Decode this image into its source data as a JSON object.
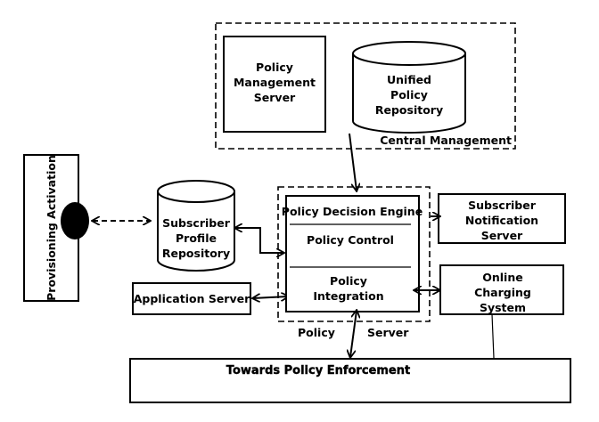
{
  "central_management": {
    "label": "Central Management",
    "policy_management_server": [
      "Policy",
      "Management",
      "Server"
    ],
    "unified_policy_repository": [
      "Unified",
      "Policy",
      "Repository"
    ]
  },
  "provisioning": {
    "label": "Provisioning Activation"
  },
  "subscriber_profile_repository": [
    "Subscriber",
    "Profile",
    "Repository"
  ],
  "application_server": "Application Server",
  "policy_server": {
    "label_left": "Policy",
    "label_right": "Server",
    "decision_engine": "Policy Decision Engine",
    "policy_control": "Policy Control",
    "policy_integration": [
      "Policy",
      "Integration"
    ]
  },
  "subscriber_notification_server": [
    "Subscriber",
    "Notification",
    "Server"
  ],
  "online_charging_system": [
    "Online",
    "Charging",
    "System"
  ],
  "enforcement": "Towards Policy Enforcement"
}
